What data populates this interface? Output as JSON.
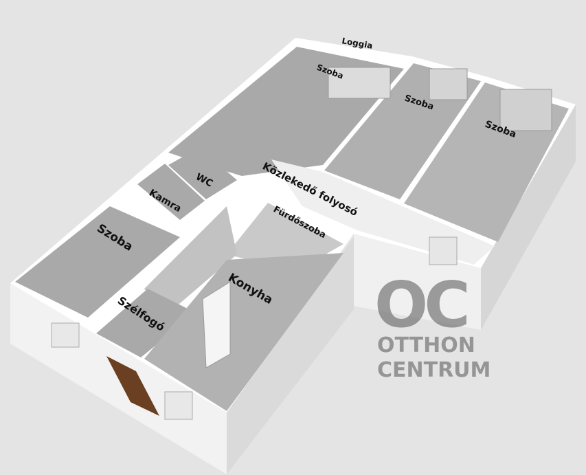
{
  "rooms": {
    "loggia": "Loggia",
    "szoba_top": "Szoba",
    "szoba_mid": "Szoba",
    "szoba_right": "Szoba",
    "wc": "WC",
    "kamra": "Kamra",
    "szoba_left": "Szoba",
    "corridor": "Közlekedő folyosó",
    "bathroom": "Fürdőszoba",
    "kitchen": "Konyha",
    "vestibule": "Szélfogó"
  },
  "watermark": {
    "logo": "OC",
    "line1": "OTTHON",
    "line2": "CENTRUM"
  },
  "colors": {
    "background": "#e4e4e4",
    "floor": "#a9a9a9",
    "wall_top": "#ffffff",
    "wall_face": "#ececec",
    "door": "#6b3f22"
  }
}
